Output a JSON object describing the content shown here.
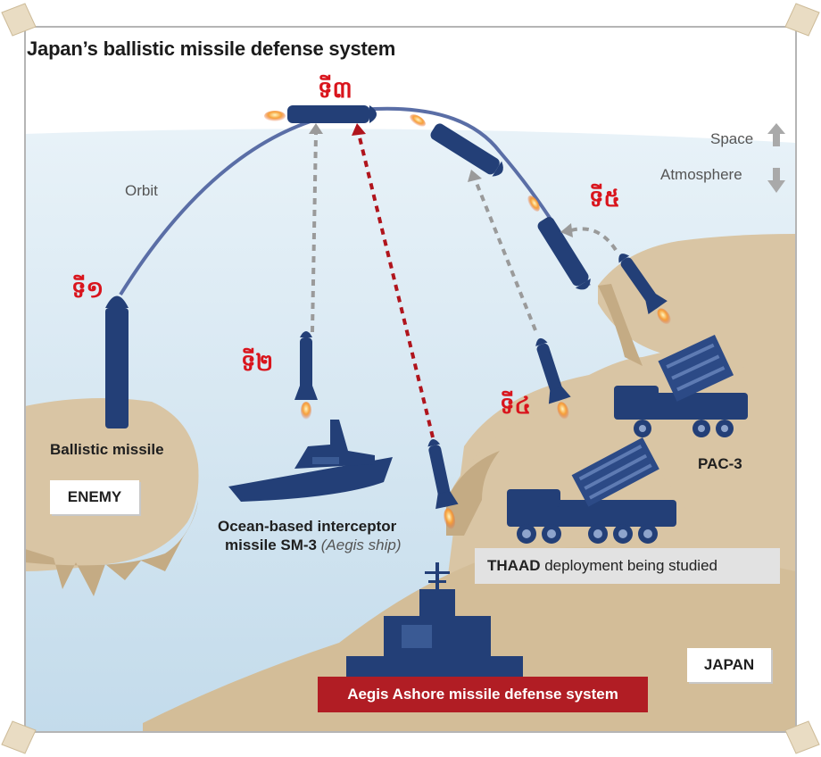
{
  "title": "Japan’s ballistic missile defense system",
  "steps": {
    "step1": "ទី១",
    "step2": "ទី២",
    "step3": "ទី៣",
    "step4": "ទី៤",
    "step5": "ទី៥"
  },
  "labels": {
    "orbit": "Orbit",
    "space": "Space",
    "atmosphere": "Atmosphere",
    "ballistic_missile": "Ballistic missile",
    "enemy": "ENEMY",
    "sm3_line1": "Ocean-based interceptor",
    "sm3_line2": "missile SM-3",
    "sm3_aegis": "(Aegis ship)",
    "pac3": "PAC-3",
    "thaad_bold": "THAAD",
    "thaad_rest": " deployment being studied",
    "japan": "JAPAN",
    "aegis_ashore": "Aegis Ashore missile defense system"
  },
  "colors": {
    "sky": "#c9e0ee",
    "land": "#d9c5a4",
    "land_dark": "#c4ab84",
    "navy": "#233f77",
    "orbit": "#5a6ea6",
    "red_arrow": "#b0141c",
    "gray_arrow": "#9a9a9a",
    "step_red": "#d9141c",
    "banner_red": "#b11d24"
  },
  "icons": [
    "up-arrow-icon",
    "down-arrow-icon"
  ]
}
